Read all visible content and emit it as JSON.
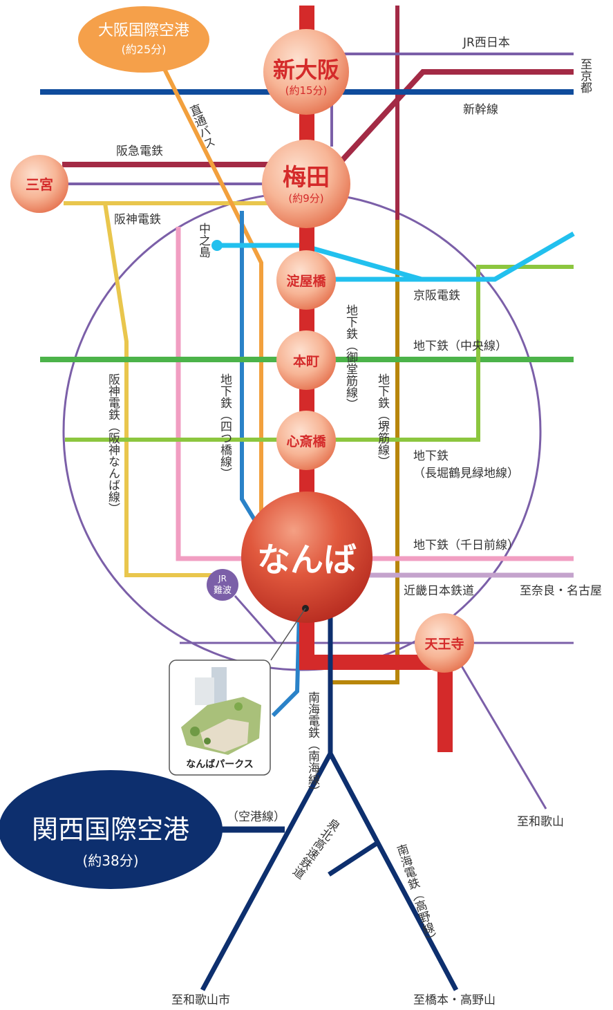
{
  "colors": {
    "jr": "#7b5fa8",
    "shinkansen": "#0f4c9c",
    "midosuji": "#d42a2a",
    "hankyu": "#a32a45",
    "hanshin": "#e9c64d",
    "yotsubashi": "#2a82c8",
    "bus": "#f2a03d",
    "sakaisuji": "#b8860b",
    "keihan": "#22c0ee",
    "chuo": "#4cb34a",
    "nagahori": "#8cc63f",
    "sennichimae": "#f19ec2",
    "kintetsu": "#c4a3cc",
    "nankai": "#0d2f6e",
    "kix": "#0d2f6e",
    "itami": "#f5a04a"
  },
  "stations": {
    "shin_osaka": {
      "name": "新大阪",
      "time": "(約15分)"
    },
    "umeda": {
      "name": "梅田",
      "time": "(約9分)"
    },
    "yodoyabashi": {
      "name": "淀屋橋"
    },
    "honmachi": {
      "name": "本町"
    },
    "shinsaibashi": {
      "name": "心斎橋"
    },
    "namba": {
      "name": "なんば"
    },
    "tennoji": {
      "name": "天王寺"
    },
    "sannomiya": {
      "name": "三宮"
    },
    "jr_namba": {
      "line1": "JR",
      "line2": "難波"
    },
    "nakanoshima": {
      "name": "中之島"
    }
  },
  "airports": {
    "itami": {
      "name": "大阪国際空港",
      "time": "(約25分)"
    },
    "kix": {
      "name": "関西国際空港",
      "time": "(約38分)"
    }
  },
  "lines": {
    "jr_west": "JR西日本",
    "shinkansen": "新幹線",
    "hankyu": "阪急電鉄",
    "hanshin": "阪神電鉄",
    "bus": "直通バス",
    "keihan": "京阪電鉄",
    "chuo": "地下鉄（中央線）",
    "midosuji": "地下鉄（御堂筋線）",
    "yotsubashi": "地下鉄（四つ橋線）",
    "sakaisuji": "地下鉄（堺筋線）",
    "hanshin_namba": "阪神電鉄（阪神なんば線）",
    "nagahori_1": "地下鉄",
    "nagahori_2": "（長堀鶴見緑地線）",
    "sennichimae": "地下鉄（千日前線）",
    "kintetsu": "近畿日本鉄道",
    "nankai_main": "南海電鉄（南海線）",
    "airport_line": "（空港線）",
    "senboku": "泉北高速鉄道",
    "nankai_koya": "南海電鉄（高野線）"
  },
  "destinations": {
    "kyoto": "至京都",
    "nara": "至奈良・名古屋",
    "wakayama": "至和歌山",
    "wakayamashi": "至和歌山市",
    "koya": "至橋本・高野山"
  },
  "landmark": {
    "label": "なんばパークス",
    "icon": "building-photo-icon"
  }
}
